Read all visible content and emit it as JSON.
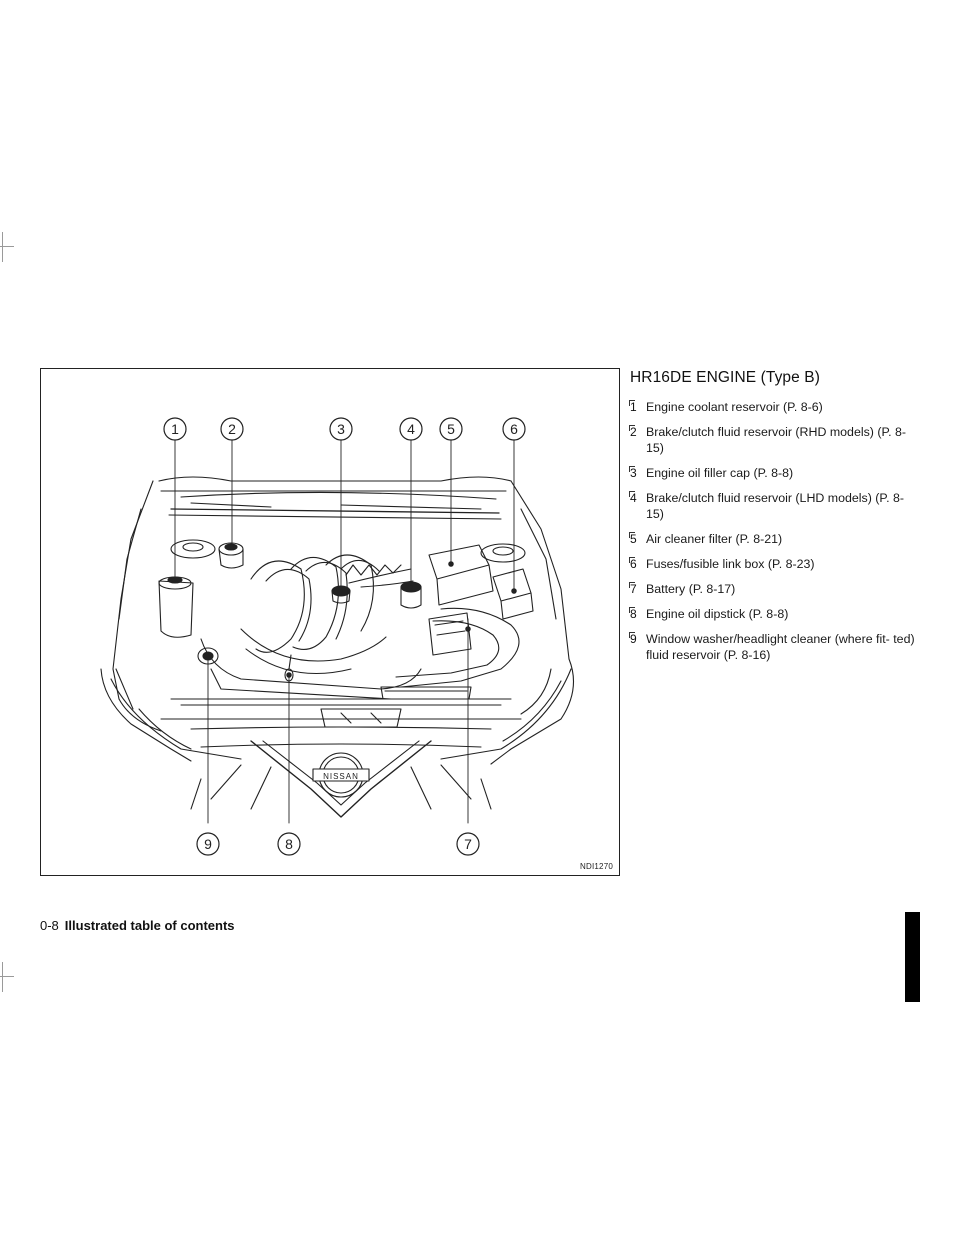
{
  "figure": {
    "id": "NDI1270",
    "callouts": [
      "1",
      "2",
      "3",
      "4",
      "5",
      "6",
      "7",
      "8",
      "9"
    ]
  },
  "legend": {
    "title": "HR16DE ENGINE (Type B)",
    "items": [
      {
        "num": "1",
        "label": "Engine coolant reservoir (P. 8-6)"
      },
      {
        "num": "2",
        "label": "Brake/clutch fluid reservoir (RHD models) (P. 8-15)"
      },
      {
        "num": "3",
        "label": "Engine oil filler cap (P. 8-8)"
      },
      {
        "num": "4",
        "label": "Brake/clutch fluid reservoir (LHD models) (P. 8-15)"
      },
      {
        "num": "5",
        "label": "Air cleaner filter (P. 8-21)"
      },
      {
        "num": "6",
        "label": "Fuses/fusible link box (P. 8-23)"
      },
      {
        "num": "7",
        "label": "Battery (P. 8-17)"
      },
      {
        "num": "8",
        "label": "Engine oil dipstick (P. 8-8)"
      },
      {
        "num": "9",
        "label": "Window washer/headlight cleaner (where fit- ted) fluid reservoir (P. 8-16)"
      }
    ]
  },
  "footer": {
    "page_number": "0-8",
    "section_title": "Illustrated table of contents"
  },
  "emblem_text": "NISSAN"
}
